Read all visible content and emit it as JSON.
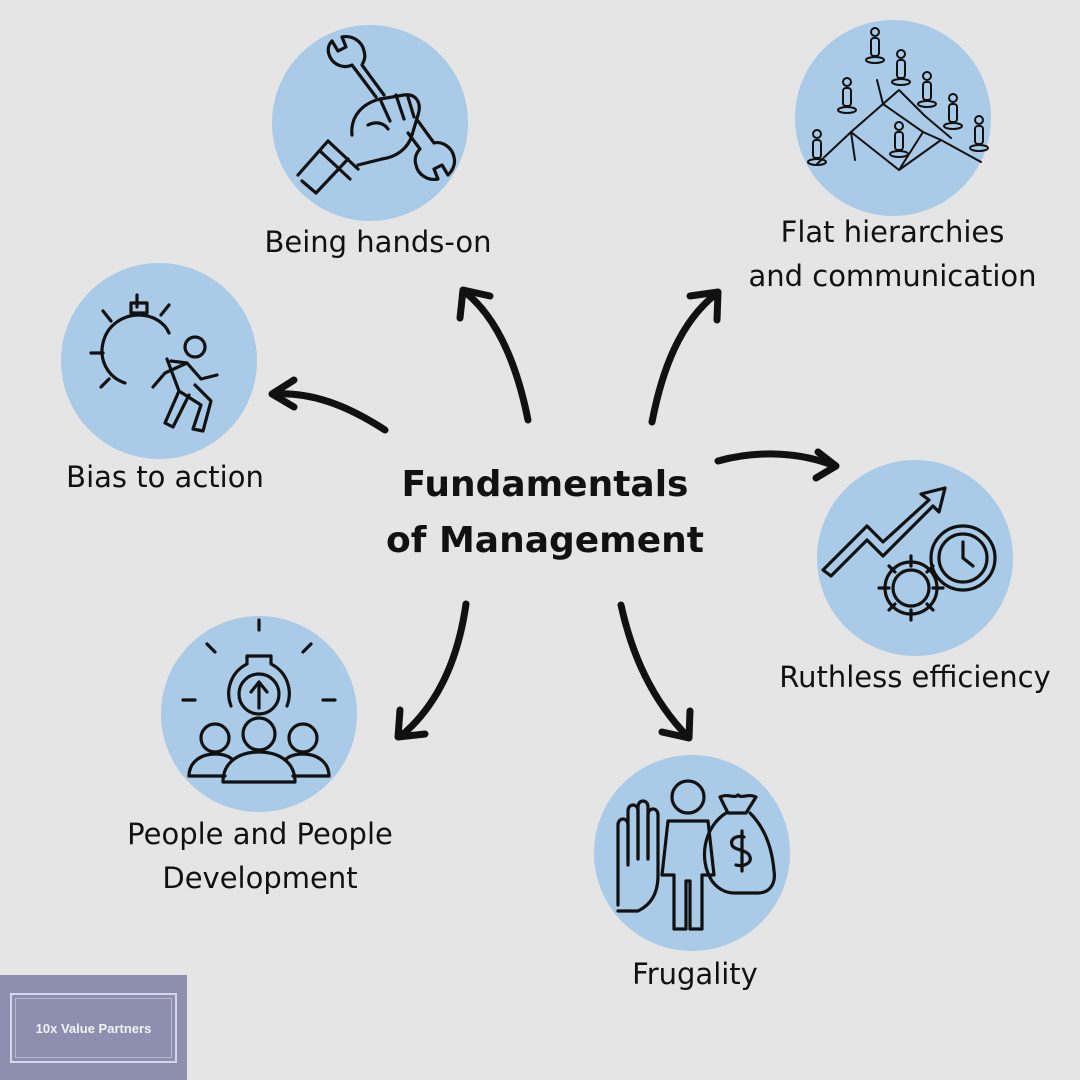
{
  "title": {
    "line1": "Fundamentals",
    "line2": "of Management"
  },
  "nodes": {
    "hands_on": {
      "label": "Being hands-on",
      "icon": "wrench-fist-icon"
    },
    "flat": {
      "line1": "Flat hierarchies",
      "line2": "and communication",
      "icon": "org-network-icon"
    },
    "bias": {
      "label": "Bias to action",
      "icon": "gear-runner-icon"
    },
    "efficiency": {
      "label": "Ruthless efficiency",
      "icon": "growth-gear-clock-icon"
    },
    "people": {
      "line1": "People and People",
      "line2": "Development",
      "icon": "team-gear-icon"
    },
    "frugality": {
      "label": "Frugality",
      "icon": "stop-hand-money-bag-icon"
    }
  },
  "brand": {
    "name": "10x Value Partners"
  },
  "colors": {
    "background": "#e5e5e5",
    "circle": "#a9cbe7",
    "arrow": "#111111",
    "logo_bg": "#8e8faf"
  }
}
